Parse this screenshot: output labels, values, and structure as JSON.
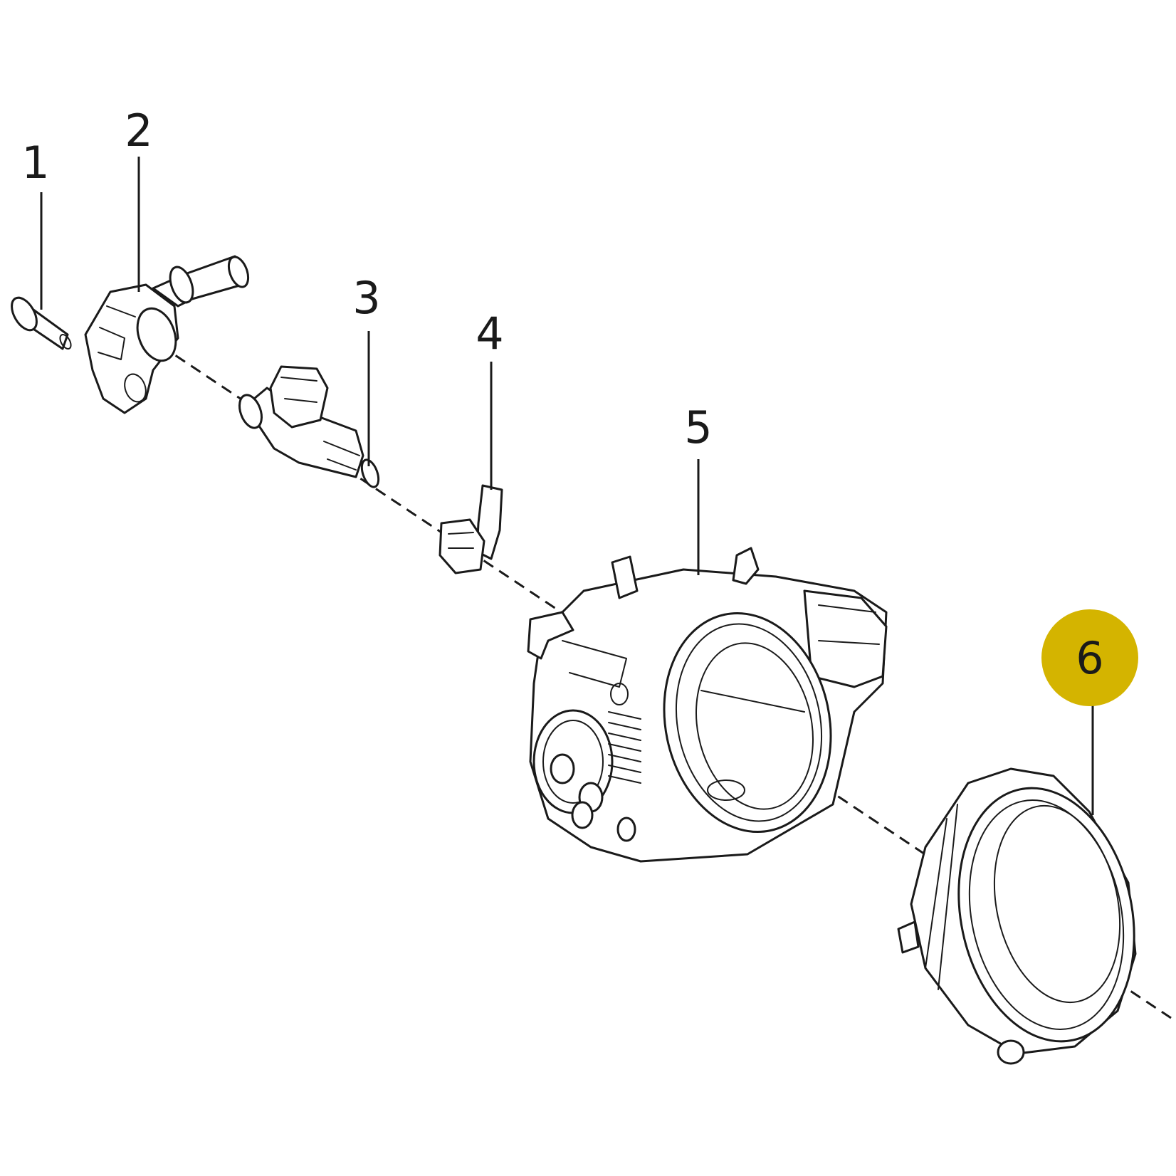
{
  "diagram": {
    "callouts": [
      {
        "id": "1",
        "label": "1",
        "highlighted": false
      },
      {
        "id": "2",
        "label": "2",
        "highlighted": false
      },
      {
        "id": "3",
        "label": "3",
        "highlighted": false
      },
      {
        "id": "4",
        "label": "4",
        "highlighted": false
      },
      {
        "id": "5",
        "label": "5",
        "highlighted": false
      },
      {
        "id": "6",
        "label": "6",
        "highlighted": true
      }
    ],
    "highlight_color": "#d4b400",
    "line_color": "#1a1a1a",
    "background_color": "#ffffff"
  }
}
